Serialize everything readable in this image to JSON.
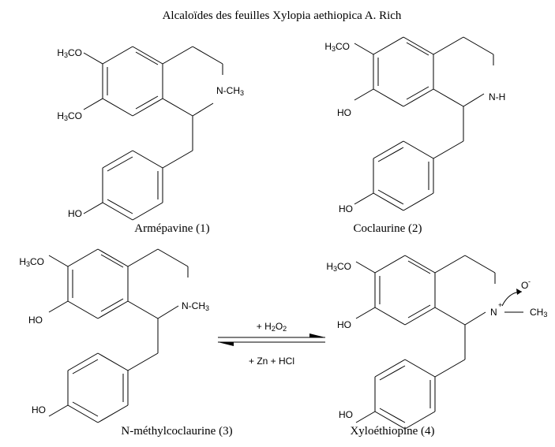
{
  "title": "Alcaloïdes des feuilles Xylopia aethiopica  A. Rich",
  "compounds": [
    {
      "name": "Armépavine (1)",
      "subst_top": "OCH3",
      "subst_mid": "OCH3",
      "n_group": "N-CH3",
      "phenol": "HO"
    },
    {
      "name": "Coclaurine (2)",
      "subst_top": "OCH3",
      "subst_mid": "OH",
      "n_group": "N-H",
      "phenol": "HO"
    },
    {
      "name": "N-méthylcoclaurine (3)",
      "subst_top": "OCH3",
      "subst_mid": "OH",
      "n_group": "N-CH3",
      "phenol": "HO"
    },
    {
      "name": "Xyloéthiopine (4)",
      "subst_top": "OCH3",
      "subst_mid": "OH",
      "n_group": "N+(O-)CH3",
      "phenol": "HO"
    }
  ],
  "labels": {
    "h3co": "H3CO",
    "ho": "HO",
    "n_ch3": "N-CH3",
    "n_h": "N-H",
    "n": "N",
    "plus": "+",
    "o_minus": "O",
    "minus": "-",
    "ch3": "CH3"
  },
  "reaction": {
    "forward": "+ H2O2",
    "reverse": "+ Zn + HCl"
  }
}
